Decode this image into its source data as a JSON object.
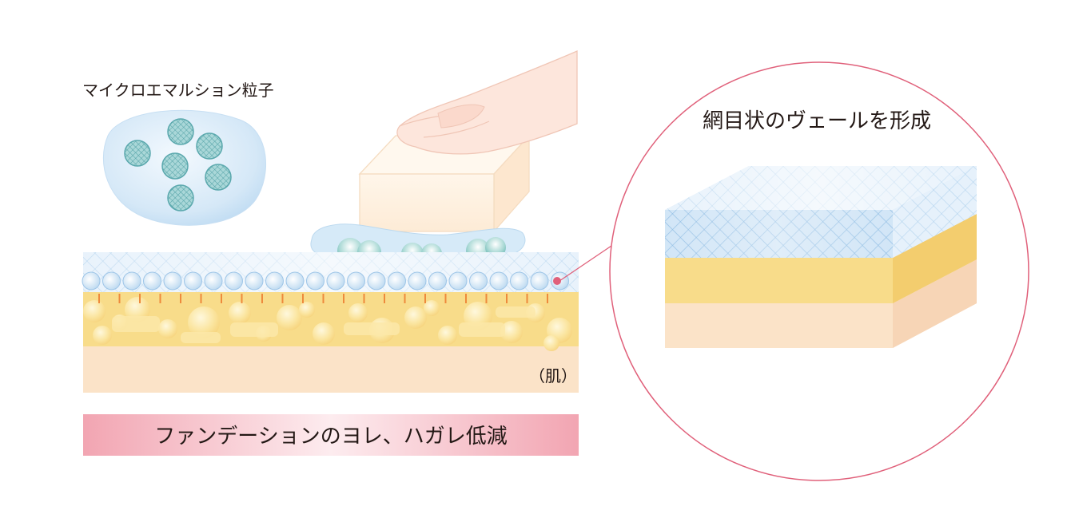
{
  "labels": {
    "particles": "マイクロエマルション粒子",
    "skin": "（肌）",
    "banner": "ファンデーションのヨレ、ハガレ低減",
    "circle_title": "網目状のヴェールを形成"
  },
  "colors": {
    "veil_blue": "#a9cdec",
    "particle_teal": "#8fc6c6",
    "skin_yellow": "#f8dc8a",
    "skin_base": "#fbe3c8",
    "accent_pink": "#e0607a",
    "banner_pink": "#f2a7b3"
  }
}
